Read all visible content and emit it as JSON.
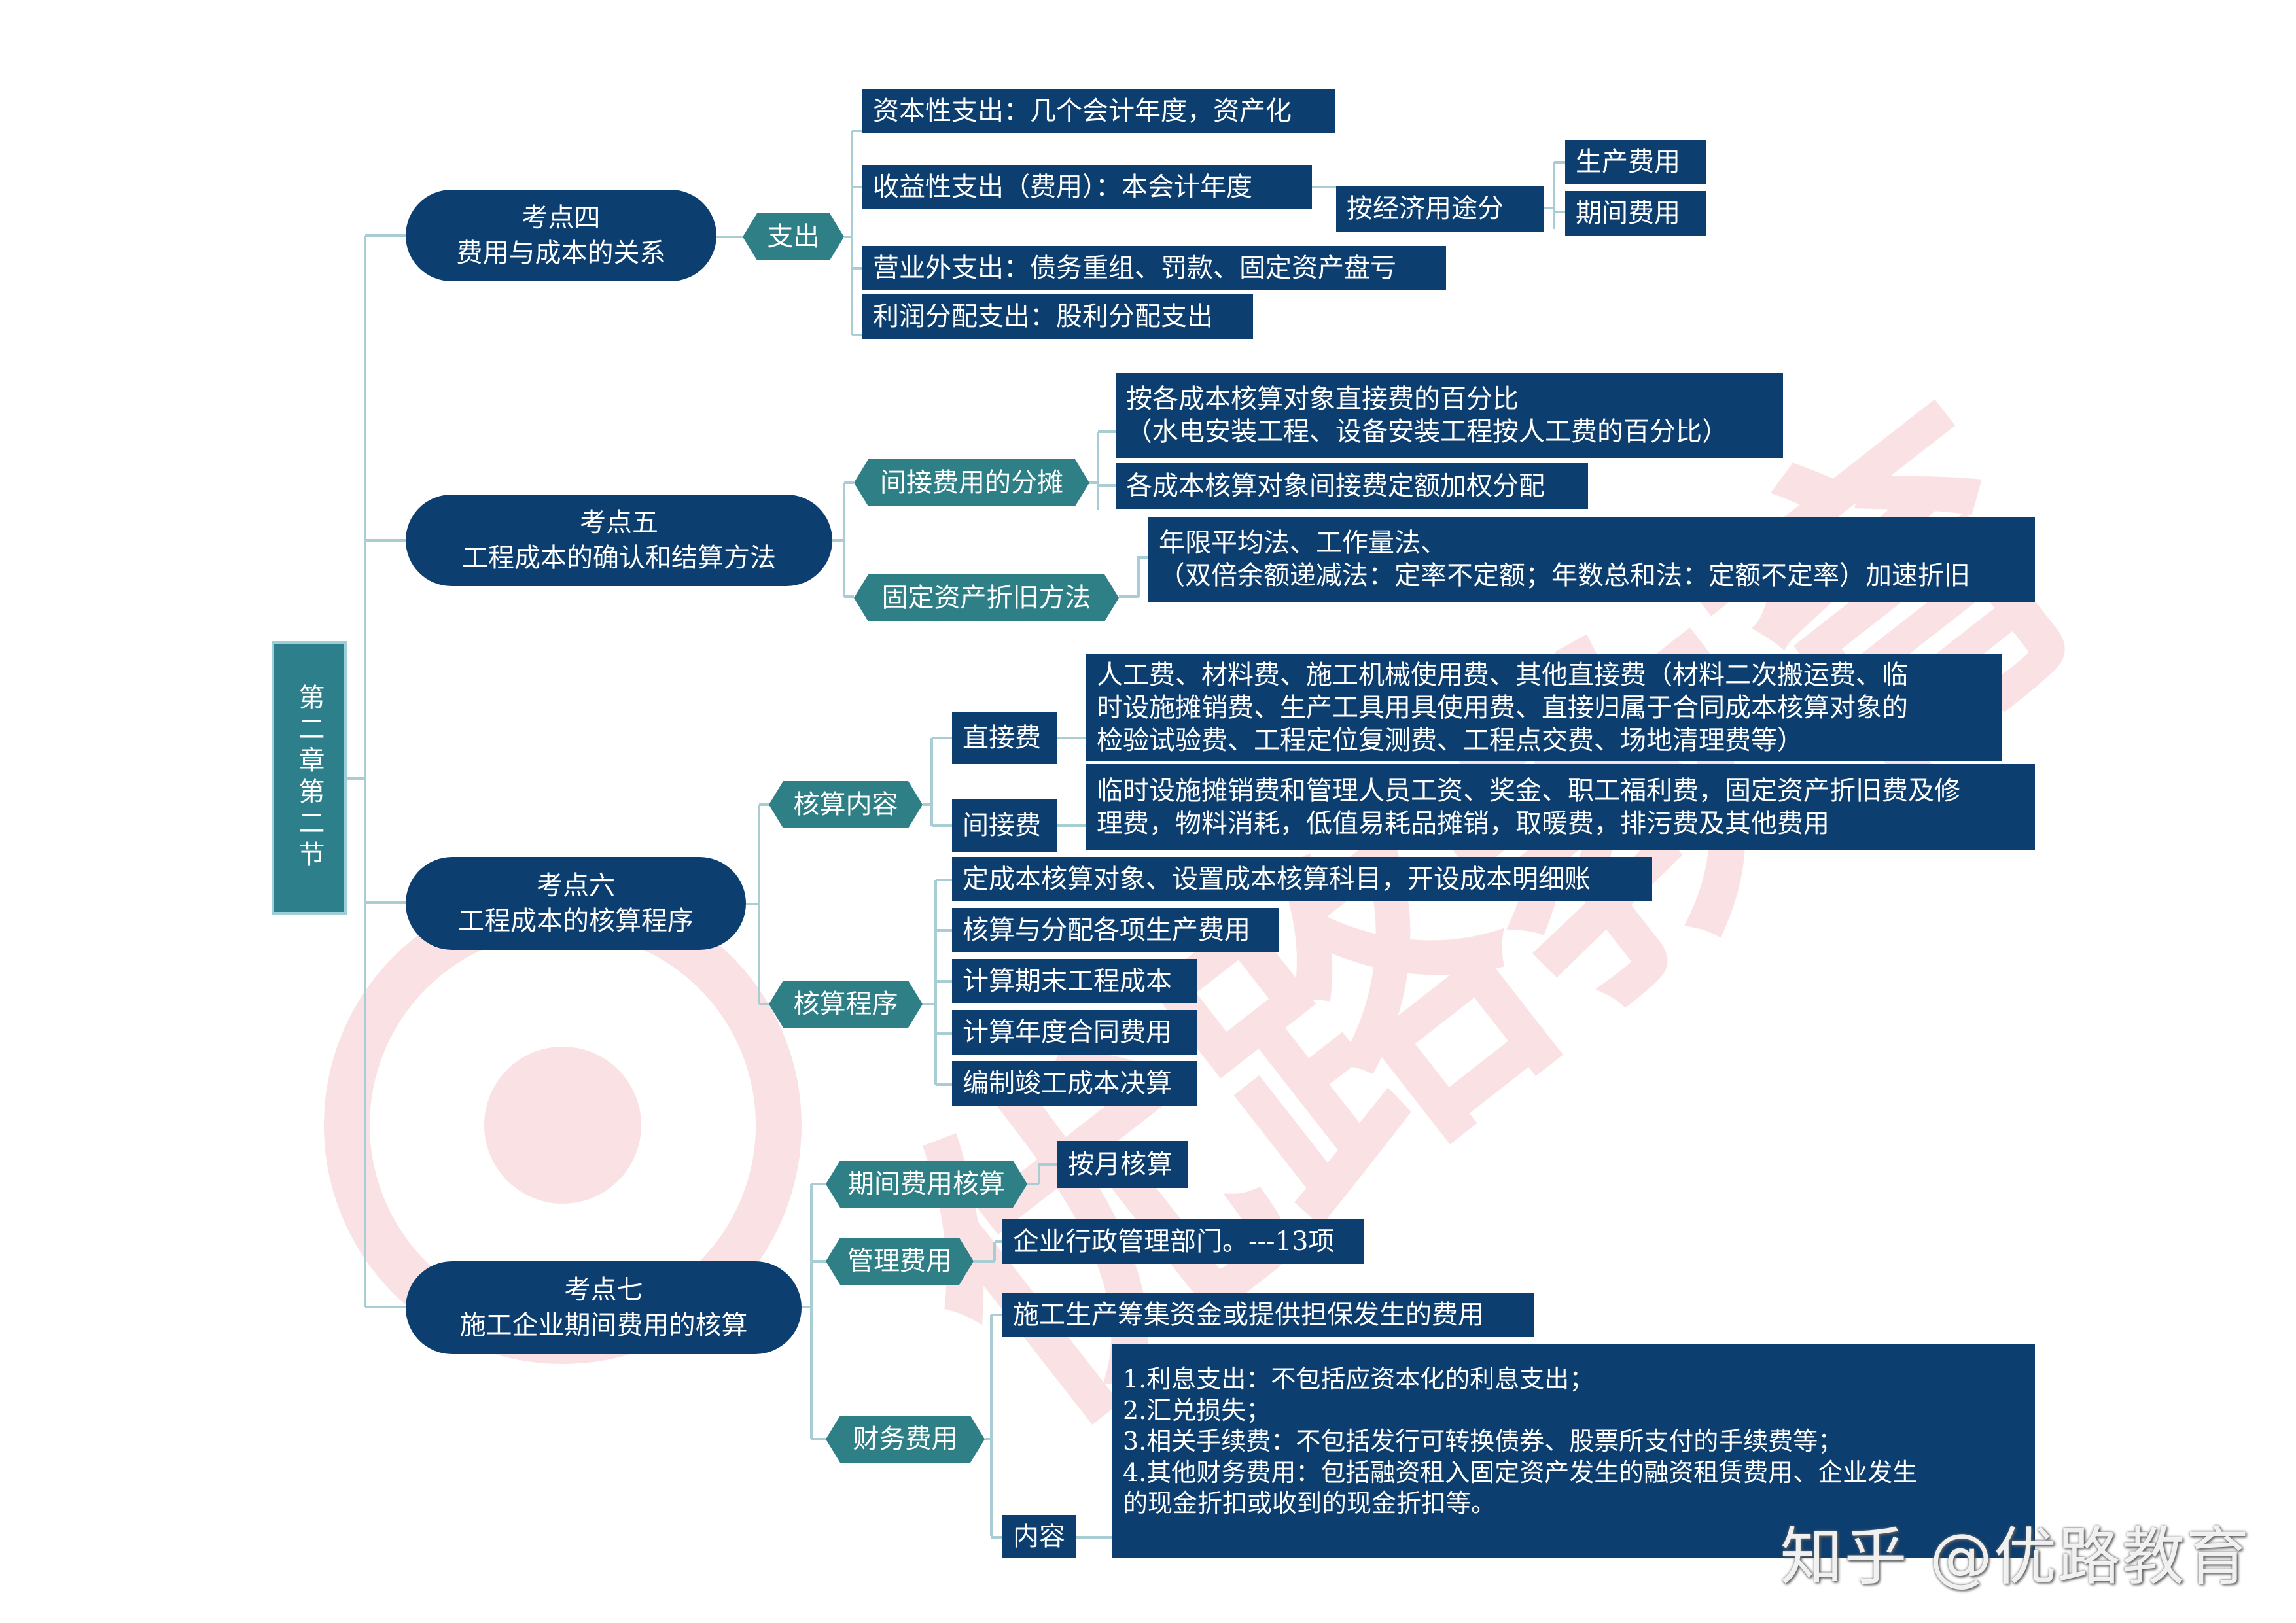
{
  "root": {
    "label": "第二章第二节"
  },
  "topics": {
    "t4": {
      "line1": "考点四",
      "line2": "费用与成本的关系"
    },
    "t5": {
      "line1": "考点五",
      "line2": "工程成本的确认和结算方法"
    },
    "t6": {
      "line1": "考点六",
      "line2": "工程成本的核算程序"
    },
    "t7": {
      "line1": "考点七",
      "line2": "施工企业期间费用的核算"
    }
  },
  "t4": {
    "zhichu": "支出",
    "capital": "资本性支出：几个会计年度，资产化",
    "revenue": "收益性支出（费用）：本会计年度",
    "nonop": "营业外支出：债务重组、罚款、固定资产盘亏",
    "profit": "利润分配支出：股利分配支出",
    "by_use": "按经济用途分",
    "production": "生产费用",
    "period": "期间费用"
  },
  "t5": {
    "indirect_alloc": "间接费用的分摊",
    "alloc1_line1": "按各成本核算对象直接费的百分比",
    "alloc1_line2": "（水电安装工程、设备安装工程按人工费的百分比）",
    "alloc2": "各成本核算对象间接费定额加权分配",
    "depreciation": "固定资产折旧方法",
    "dep_line1": "年限平均法、工作量法、",
    "dep_line2": "（双倍余额递减法：定率不定额；年数总和法：定额不定率）加速折旧"
  },
  "t6": {
    "content": "核算内容",
    "direct": "直接费",
    "direct_l1": "人工费、材料费、施工机械使用费、其他直接费（材料二次搬运费、临",
    "direct_l2": "时设施摊销费、生产工具用具使用费、直接归属于合同成本核算对象的",
    "direct_l3": "检验试验费、工程定位复测费、工程点交费、场地清理费等）",
    "indirect": "间接费",
    "indirect_l1": "临时设施摊销费和管理人员工资、奖金、职工福利费，固定资产折旧费及修",
    "indirect_l2": "理费，物料消耗，低值易耗品摊销，取暖费，排污费及其他费用",
    "procedure": "核算程序",
    "steps": [
      "定成本核算对象、设置成本核算科目，开设成本明细账",
      "核算与分配各项生产费用",
      "计算期末工程成本",
      "计算年度合同费用",
      "编制竣工成本决算"
    ]
  },
  "t7": {
    "period_calc": "期间费用核算",
    "monthly": "按月核算",
    "mgmt": "管理费用",
    "mgmt_desc": "企业行政管理部门。---13项",
    "finance": "财务费用",
    "finance_desc": "施工生产筹集资金或提供担保发生的费用",
    "content": "内容",
    "items": [
      "1.利息支出：不包括应资本化的利息支出；",
      "2.汇兑损失；",
      "3.相关手续费：不包括发行可转换债券、股票所支付的手续费等；",
      "4.其他财务费用：包括融资租入固定资产发生的融资租赁费用、企业发生",
      "的现金折扣或收到的现金折扣等。"
    ]
  },
  "watermark": {
    "text": "知乎 @优路教育",
    "stamp": "优路教育"
  },
  "colors": {
    "node": "#0c3e70",
    "tag": "#2e7f86",
    "root": "#2d7f8c",
    "line": "#a8cdd4",
    "stamp": "#e04656"
  }
}
